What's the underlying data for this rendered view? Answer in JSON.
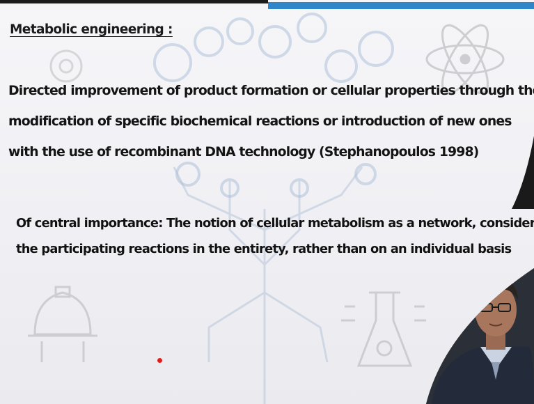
{
  "slide": {
    "heading": "Metabolic engineering :",
    "definition_lines": [
      "Directed improvement of product formation or cellular properties through the",
      "modification of specific biochemical reactions or introduction of new ones",
      "with the use of recombinant DNA technology (Stephanopoulos 1998)"
    ],
    "note_lines": [
      "Of central importance: The notion of cellular metabolism as a network, considering",
      "the participating reactions in the entirety, rather than on an individual basis"
    ]
  },
  "colors": {
    "top_bar_dark": "#1c1c1c",
    "top_bar_blue": "#2f86c8",
    "text": "#111111",
    "laser_pointer": "#e02020",
    "watermark": "#a9bdd6"
  }
}
